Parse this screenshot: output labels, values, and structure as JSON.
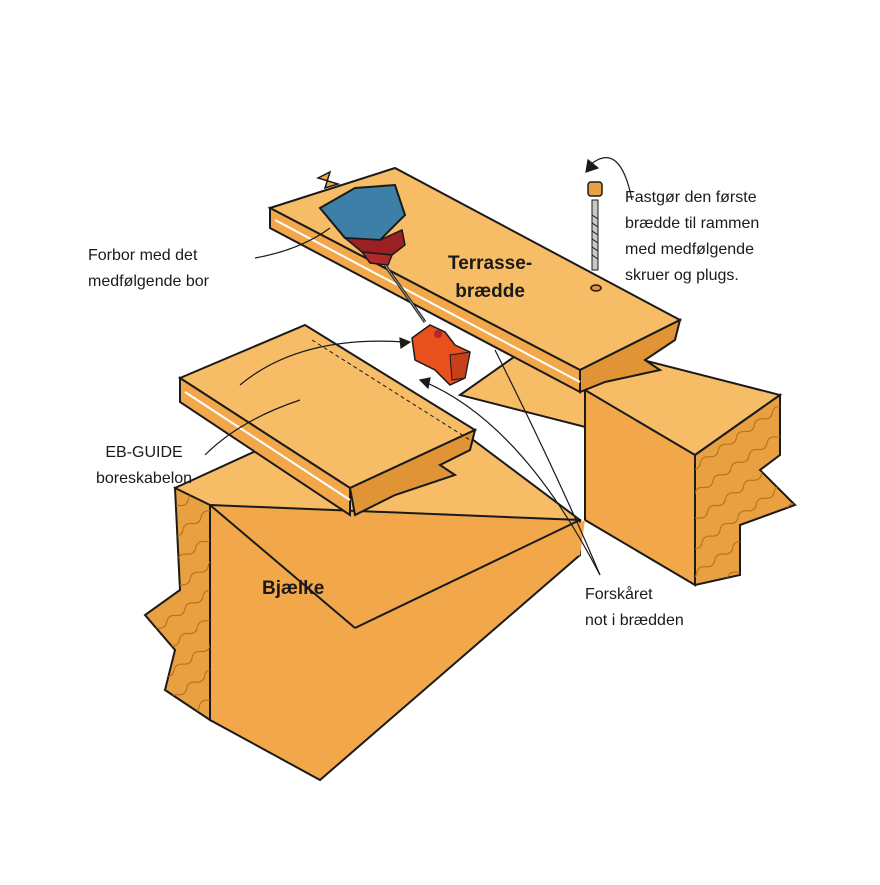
{
  "labels": {
    "predrill": [
      "Forbor med det",
      "medfølgende bor"
    ],
    "board": [
      "Terrasse-",
      "brædde"
    ],
    "fasten": [
      "Fastgør den første",
      "brædde til rammen",
      "med medfølgende",
      "skruer og plugs."
    ],
    "guide": [
      "EB-GUIDE",
      "boreskabelon"
    ],
    "joist": [
      "Bjælke"
    ],
    "groove": [
      "Forskåret",
      "not i brædden"
    ]
  },
  "colors": {
    "wood": "#f2a84a",
    "wood_dark": "#e09436",
    "wood_light": "#f7bc66",
    "outline": "#1a1a1a",
    "drill_blue": "#3d7fa6",
    "drill_red": "#b0282a",
    "guide_orange": "#e8501e",
    "plug": "#e8a040"
  },
  "icons": [
    "drill-icon",
    "screw-icon",
    "plug-icon",
    "eb-guide-icon"
  ]
}
